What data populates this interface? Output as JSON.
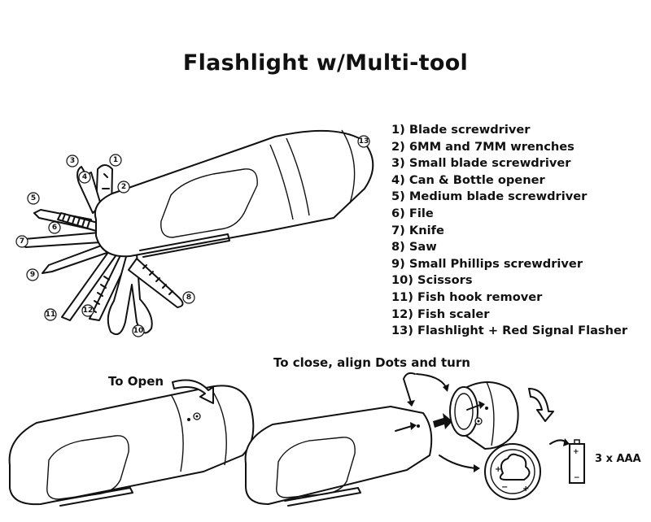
{
  "title": "Flashlight w/Multi-tool",
  "parts": [
    "1) Blade screwdriver",
    "2) 6MM and 7MM wrenches",
    "3) Small blade screwdriver",
    "4) Can & Bottle opener",
    "5) Medium blade screwdriver",
    "6) File",
    "7) Knife",
    "8) Saw",
    "9) Small Phillips screwdriver",
    "10) Scissors",
    "11) Fish hook remover",
    "12) Fish scaler",
    "13) Flashlight + Red Signal Flasher"
  ],
  "captions": {
    "open": "To Open",
    "close": "To close, align Dots and turn",
    "battery": "3 x AAA"
  },
  "callouts": [
    "1",
    "2",
    "3",
    "4",
    "5",
    "6",
    "7",
    "8",
    "9",
    "10",
    "11",
    "12",
    "13"
  ]
}
